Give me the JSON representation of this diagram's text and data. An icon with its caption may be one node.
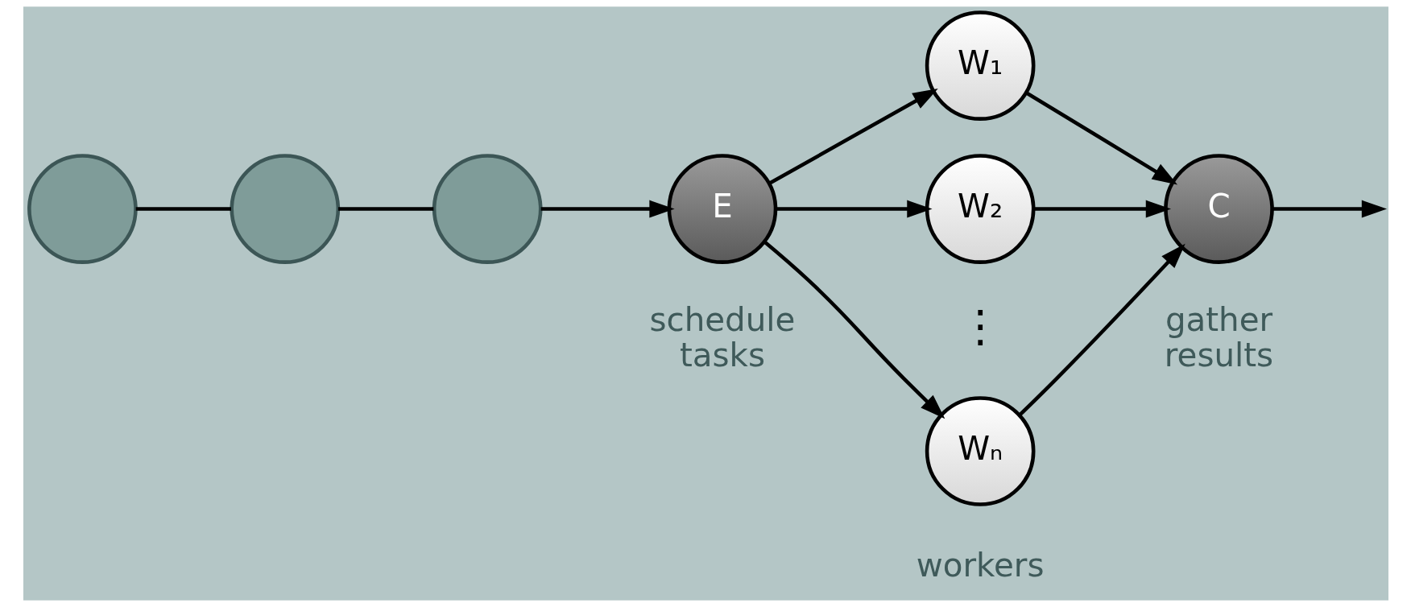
{
  "diagram": {
    "nodes": [
      {
        "text": [],
        "shape": "circle"
      },
      {
        "text": [],
        "shape": "circle"
      },
      {
        "text": [],
        "shape": "circle"
      },
      {
        "text": [
          "E"
        ],
        "beside": [
          "schedule tasks"
        ]
      },
      {
        "text": [
          "W₁"
        ]
      },
      {
        "text": [
          "W₂"
        ]
      },
      {
        "text": [
          "Wₙ"
        ]
      },
      {
        "text": [
          "C"
        ],
        "beside": [
          "gather results"
        ]
      }
    ],
    "edges": [
      {
        "from": 0,
        "to": 1,
        "arrow": "none"
      },
      {
        "from": 1,
        "to": 2,
        "arrow": "none"
      },
      {
        "from": 2,
        "to": 3,
        "arrow": "to"
      },
      {
        "from": 3,
        "to": 4,
        "arrow": "to"
      },
      {
        "from": 3,
        "to": 5,
        "arrow": "to"
      },
      {
        "from": 3,
        "to": 6,
        "arrow": "to"
      },
      {
        "from": 4,
        "to": 7,
        "arrow": "to"
      },
      {
        "from": 5,
        "to": 7,
        "arrow": "to"
      },
      {
        "from": 6,
        "to": 7,
        "arrow": "to"
      },
      {
        "from": 7,
        "to": null,
        "arrow": "to"
      }
    ],
    "labels": [
      "⋮",
      "workers"
    ]
  }
}
